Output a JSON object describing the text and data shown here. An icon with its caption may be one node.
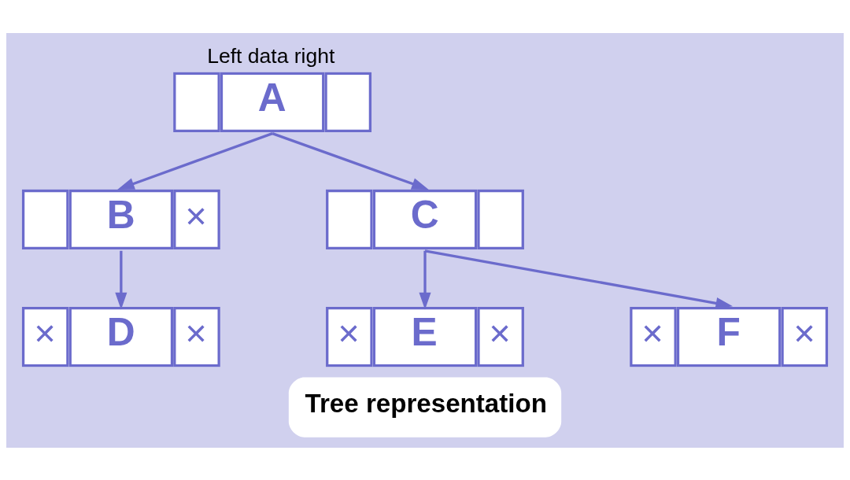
{
  "diagram": {
    "caption": "Tree representation",
    "nodes": [
      {
        "text": [
          "A"
        ],
        "beside": [
          "Left data right"
        ]
      },
      {
        "text": [
          "B",
          "✕"
        ]
      },
      {
        "text": [
          "C"
        ]
      },
      {
        "text": [
          "✕",
          "D",
          "✕"
        ]
      },
      {
        "text": [
          "✕",
          "E",
          "✕"
        ]
      },
      {
        "text": [
          "✕",
          "F",
          "✕"
        ]
      }
    ],
    "edges": [
      {
        "from": 0,
        "to": 1,
        "arrow": "to"
      },
      {
        "from": 0,
        "to": 2,
        "arrow": "to"
      },
      {
        "from": 1,
        "to": 3,
        "arrow": "to"
      },
      {
        "from": 2,
        "to": 4,
        "arrow": "to"
      },
      {
        "from": 2,
        "to": 5,
        "arrow": "to"
      }
    ]
  }
}
